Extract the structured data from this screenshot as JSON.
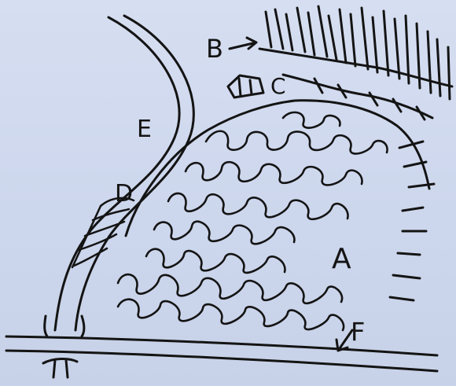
{
  "diagram": {
    "labels": {
      "a": "A",
      "b": "B",
      "c": "C",
      "d": "D",
      "e": "E",
      "f": "F"
    },
    "colors": {
      "paper": "#d3dcef",
      "ink": "#141414"
    }
  }
}
